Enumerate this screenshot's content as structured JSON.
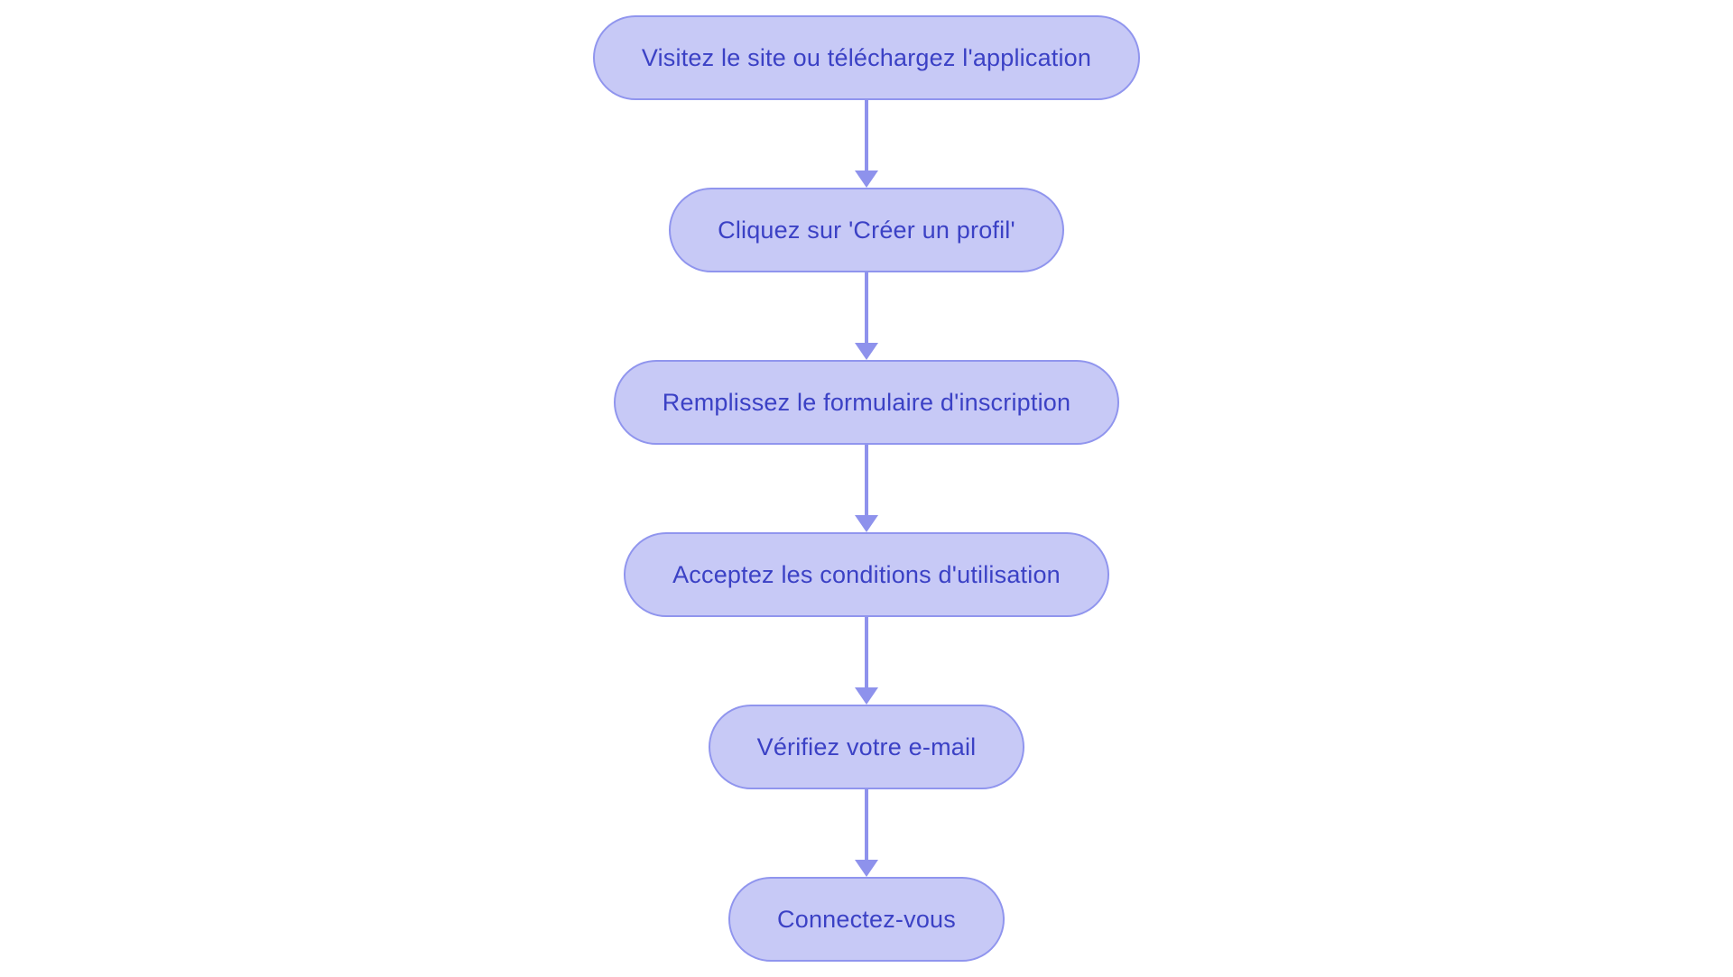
{
  "diagram": {
    "type": "flowchart",
    "direction": "top-to-bottom",
    "colors": {
      "background": "#ffffff",
      "node_fill": "#c7c9f6",
      "node_border": "#9095ee",
      "node_text": "#3b41c5",
      "arrow": "#8e92ec"
    },
    "nodes": [
      {
        "id": "visit-site",
        "label": "Visitez le site ou téléchargez l'application"
      },
      {
        "id": "click-create-profile",
        "label": "Cliquez sur 'Créer un profil'"
      },
      {
        "id": "fill-registration-form",
        "label": "Remplissez le formulaire d'inscription"
      },
      {
        "id": "accept-terms",
        "label": "Acceptez les conditions d'utilisation"
      },
      {
        "id": "verify-email",
        "label": "Vérifiez votre e-mail"
      },
      {
        "id": "log-in",
        "label": "Connectez-vous"
      }
    ],
    "edges": [
      {
        "from": "visit-site",
        "to": "click-create-profile"
      },
      {
        "from": "click-create-profile",
        "to": "fill-registration-form"
      },
      {
        "from": "fill-registration-form",
        "to": "accept-terms"
      },
      {
        "from": "accept-terms",
        "to": "verify-email"
      },
      {
        "from": "verify-email",
        "to": "log-in"
      }
    ]
  }
}
